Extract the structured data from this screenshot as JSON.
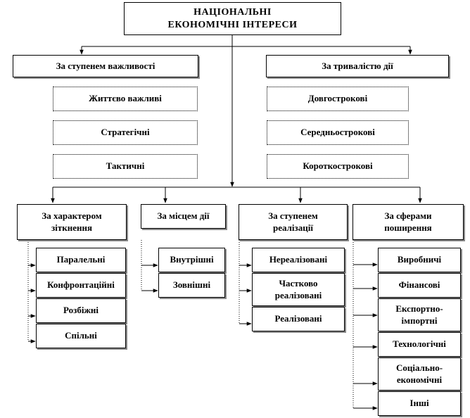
{
  "root": "НАЦІОНАЛЬНІ ЕКОНОМІЧНІ ІНТЕРЕСИ",
  "top_groups": [
    {
      "label": "За ступенем важливості",
      "items": [
        "Життєво важливі",
        "Стратегічні",
        "Тактичні"
      ]
    },
    {
      "label": "За тривалістю дії",
      "items": [
        "Довгострокові",
        "Середньострокові",
        "Короткострокові"
      ]
    }
  ],
  "bottom_groups": [
    {
      "label": "За характером зіткнення",
      "items": [
        "Паралельні",
        "Конфронтаційні",
        "Розбіжні",
        "Спільні"
      ]
    },
    {
      "label": "За місцем дії",
      "items": [
        "Внутрішні",
        "Зовнішні"
      ]
    },
    {
      "label": "За ступенем реалізації",
      "items": [
        "Нереалізовані",
        "Частково реалізовані",
        "Реалізовані"
      ]
    },
    {
      "label": "За сферами поширення",
      "items": [
        "Виробничі",
        "Фінансові",
        "Експортно-імпортні",
        "Технологічні",
        "Соціально-економічні",
        "Інші"
      ]
    }
  ]
}
